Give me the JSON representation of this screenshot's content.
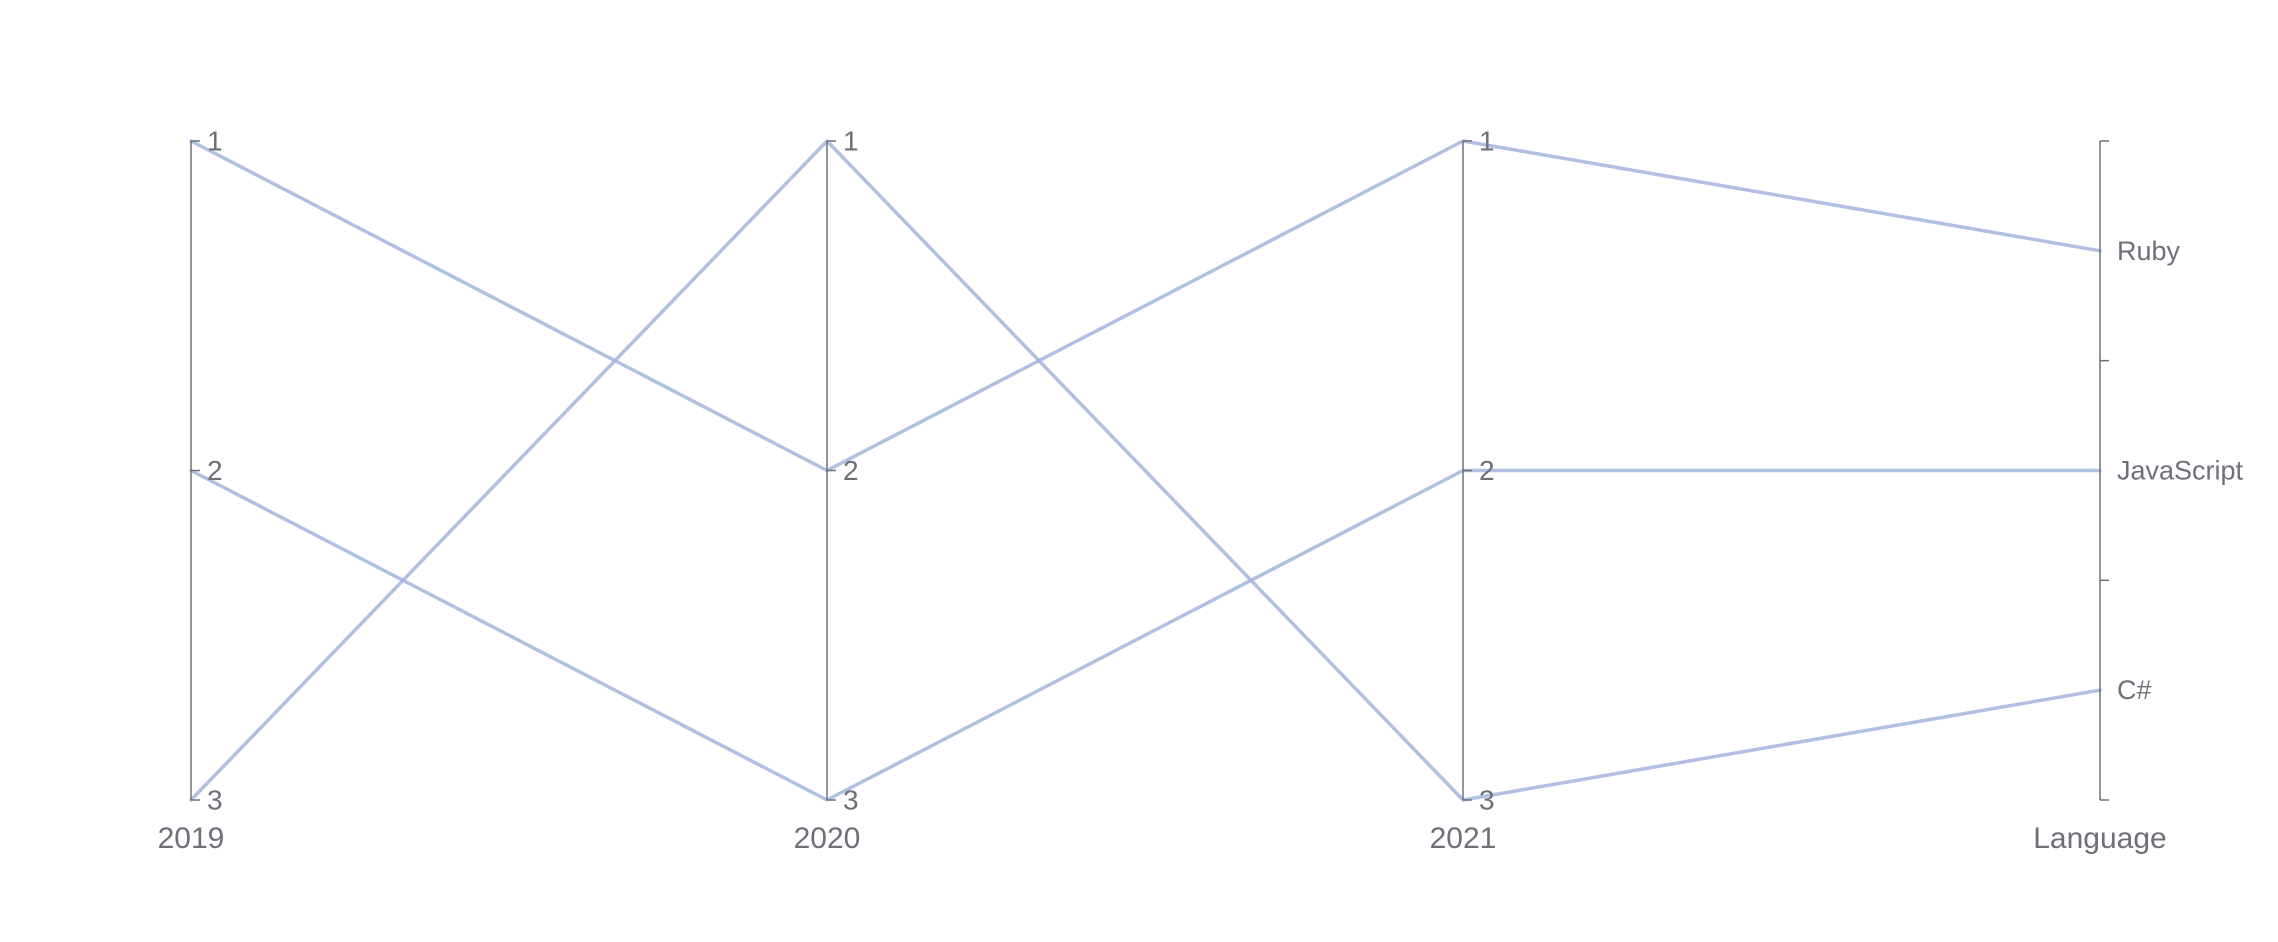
{
  "chart_data": {
    "type": "parallel",
    "title": "",
    "line_color": "#a3b4dc",
    "axis_color": "#6e7079",
    "dimensions": [
      {
        "name": "2019",
        "type": "value",
        "min": 1,
        "max": 3,
        "inverse": true,
        "ticks": [
          "1",
          "2",
          "3"
        ]
      },
      {
        "name": "2020",
        "type": "value",
        "min": 1,
        "max": 3,
        "inverse": true,
        "ticks": [
          "1",
          "2",
          "3"
        ]
      },
      {
        "name": "2021",
        "type": "value",
        "min": 1,
        "max": 3,
        "inverse": true,
        "ticks": [
          "1",
          "2",
          "3"
        ]
      },
      {
        "name": "Language",
        "type": "category",
        "categories": [
          "Ruby",
          "JavaScript",
          "C#"
        ]
      }
    ],
    "series": [
      {
        "values": [
          1,
          2,
          1,
          "Ruby"
        ]
      },
      {
        "values": [
          2,
          3,
          2,
          "JavaScript"
        ]
      },
      {
        "values": [
          3,
          1,
          3,
          "C#"
        ]
      }
    ]
  }
}
